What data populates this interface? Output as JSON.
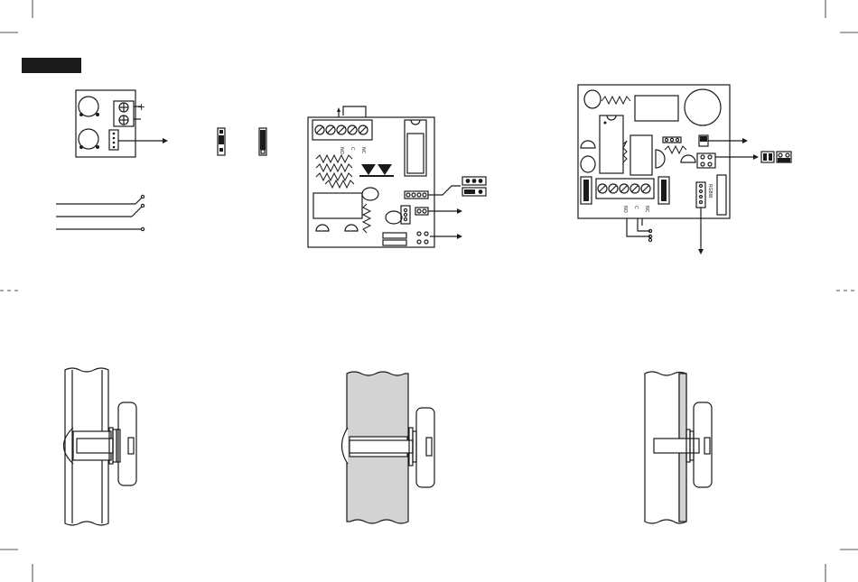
{
  "page": {
    "header_bar_color": "#1a1a1a",
    "wall_fill_color": "#d3d3d3",
    "line_color": "#1a1a1a"
  },
  "diagram1": {
    "plus_sign": "+",
    "minus_sign": "-"
  },
  "diagram2": {
    "terminal_labels": [
      "NO",
      "C",
      "NC"
    ]
  },
  "diagram3": {
    "terminal_labels": [
      "NO",
      "C",
      "NC"
    ],
    "header_label": "RGBW"
  },
  "mounting": [
    {
      "wall_type": "hollow",
      "shaded": false
    },
    {
      "wall_type": "solid",
      "shaded": true
    },
    {
      "wall_type": "thin",
      "shaded": false
    }
  ]
}
